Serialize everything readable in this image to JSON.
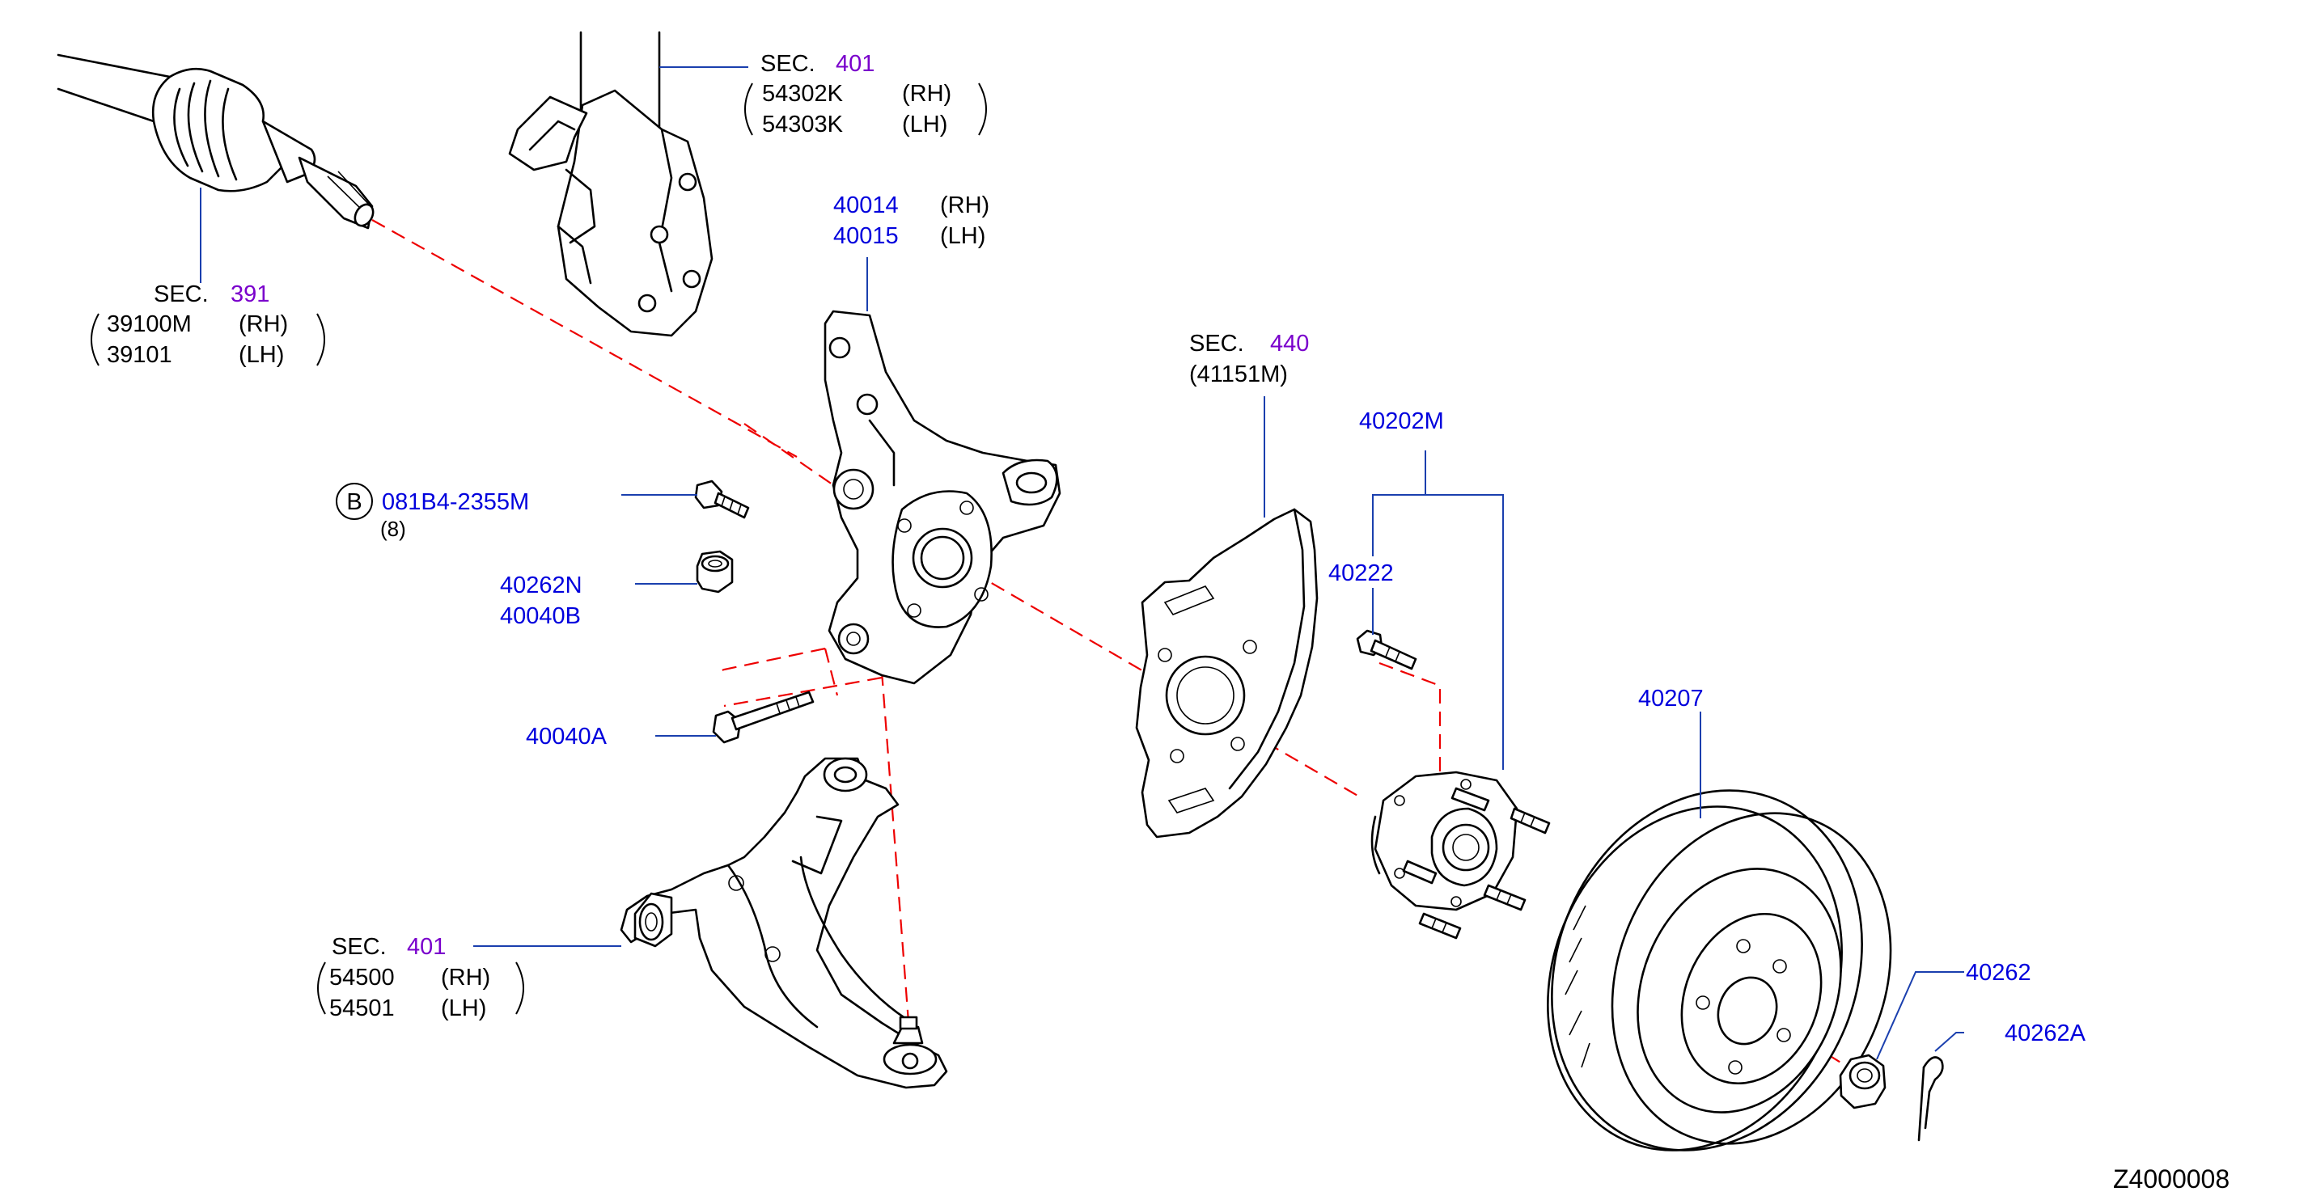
{
  "colors": {
    "line": "#000000",
    "part_number": "#0000dd",
    "section_number": "#7a00cc",
    "leader": "#1a3fae",
    "centerline": "#ee0000",
    "background": "#ffffff"
  },
  "strut": {
    "sec_prefix": "SEC.",
    "sec_number": "401",
    "rh_part": "54302K",
    "rh_side": "(RH)",
    "lh_part": "54303K",
    "lh_side": "(LH)"
  },
  "drive_shaft": {
    "sec_prefix": "SEC.",
    "sec_number": "391",
    "rh_part": "39100M",
    "rh_side": "(RH)",
    "lh_part": "39101",
    "lh_side": "(LH)"
  },
  "knuckle": {
    "rh_part": "40014",
    "rh_side": "(RH)",
    "lh_part": "40015",
    "lh_side": "(LH)"
  },
  "bolt_b": {
    "symbol": "B",
    "part": "081B4-2355M",
    "qty": "(8)"
  },
  "nut": {
    "part_1": "40262N",
    "part_2": "40040B"
  },
  "lower_bolt": {
    "part": "40040A"
  },
  "lower_arm": {
    "sec_prefix": "SEC.",
    "sec_number": "401",
    "rh_part": "54500",
    "rh_side": "(RH)",
    "lh_part": "54501",
    "lh_side": "(LH)"
  },
  "baffle_plate": {
    "sec_prefix": "SEC.",
    "sec_number": "440",
    "part": "(41151M)"
  },
  "hub_assembly": {
    "part": "40202M"
  },
  "hub_bolt": {
    "part": "40222"
  },
  "rotor": {
    "part": "40207"
  },
  "hub_nut": {
    "part": "40262"
  },
  "cotter_pin": {
    "part": "40262A"
  },
  "diagram_id": "Z4000008"
}
